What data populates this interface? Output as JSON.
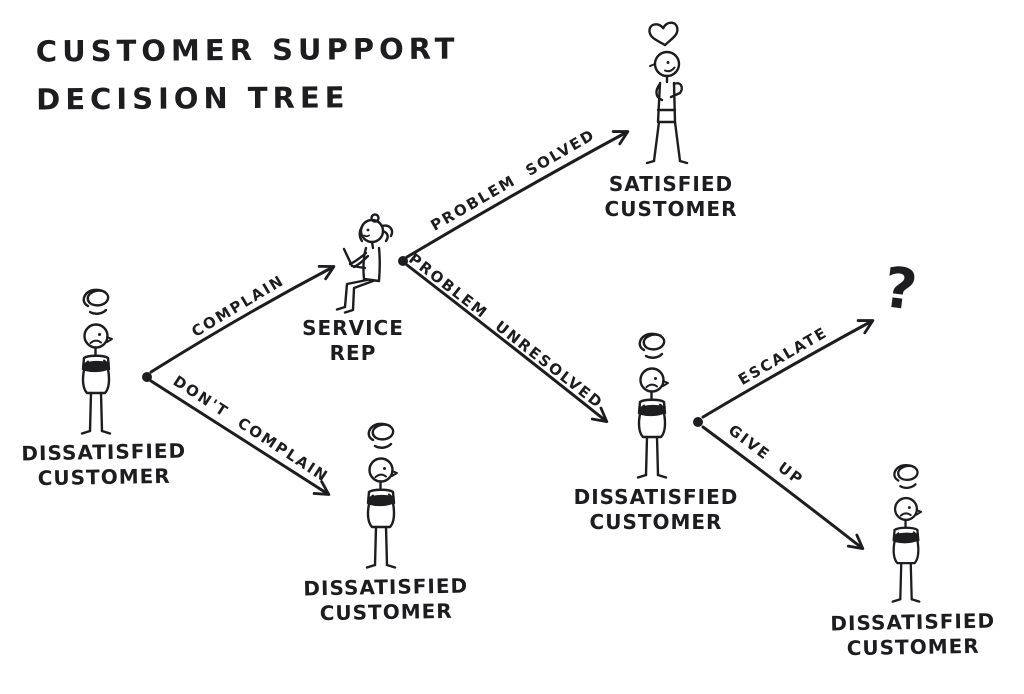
{
  "title": {
    "line1": "CUSTOMER SUPPORT",
    "line2": "DECISION TREE"
  },
  "nodes": {
    "start": {
      "label1": "DISSATISFIED",
      "label2": "CUSTOMER"
    },
    "service_rep": {
      "label1": "SERVICE",
      "label2": "REP"
    },
    "satisfied": {
      "label1": "SATISFIED",
      "label2": "CUSTOMER"
    },
    "no_complain": {
      "label1": "DISSATISFIED",
      "label2": "CUSTOMER"
    },
    "unresolved": {
      "label1": "DISSATISFIED",
      "label2": "CUSTOMER"
    },
    "escalate_outcome": {
      "label": "?"
    },
    "give_up": {
      "label1": "DISSATISFIED",
      "label2": "CUSTOMER"
    }
  },
  "edges": {
    "complain": {
      "label": "COMPLAIN"
    },
    "dont_complain": {
      "label": "DON'T COMPLAIN"
    },
    "problem_solved": {
      "label": "PROBLEM SOLVED"
    },
    "problem_unresolved": {
      "label": "PROBLEM UNRESOLVED"
    },
    "escalate": {
      "label": "ESCALATE"
    },
    "give_up": {
      "label": "GIVE UP"
    }
  },
  "colors": {
    "ink": "#1d1d1f",
    "background": "#ffffff"
  }
}
